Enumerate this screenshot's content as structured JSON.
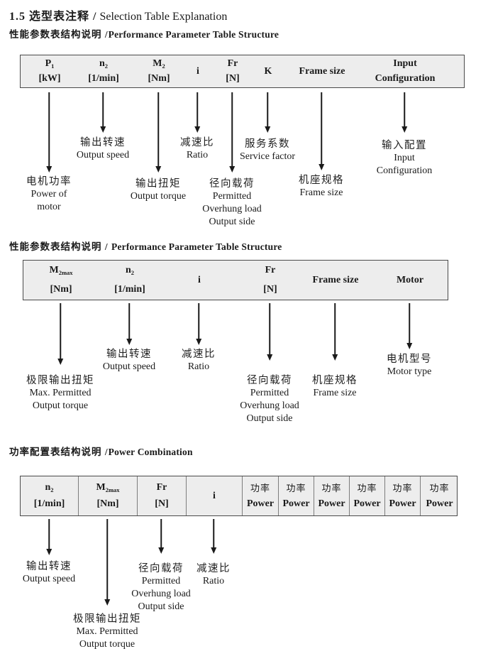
{
  "page_title": {
    "zh": "1.5 选型表注释 /",
    "en": " Selection Table Explanation"
  },
  "colors": {
    "table_bg": "#ededed",
    "table_border": "#4a4a4a",
    "text": "#1a1a1a"
  },
  "sections": [
    {
      "heading": {
        "zh": "性能参数表结构说明 /",
        "en": "Performance Parameter Table Structure"
      },
      "columns": [
        {
          "header": [
            {
              "t": "P",
              "sub": "1"
            },
            {
              "t": "[kW]"
            }
          ],
          "label": [
            "电机功率",
            "Power of",
            "motor"
          ]
        },
        {
          "header": [
            {
              "t": "n",
              "sub": "2"
            },
            {
              "t": "[1/min]"
            }
          ],
          "label": [
            "输出转速",
            "Output speed"
          ]
        },
        {
          "header": [
            {
              "t": "M",
              "sub": "2"
            },
            {
              "t": "[Nm]"
            }
          ],
          "label": [
            "输出扭矩",
            "Output torque"
          ]
        },
        {
          "header": [
            {
              "t": "i"
            }
          ],
          "label": [
            "减速比",
            "Ratio"
          ]
        },
        {
          "header": [
            {
              "t": "Fr"
            },
            {
              "t": "[N]"
            }
          ],
          "label": [
            "径向载荷",
            "Permitted",
            "Overhung load",
            "Output side"
          ]
        },
        {
          "header": [
            {
              "t": "K"
            }
          ],
          "label": [
            "服务系数",
            "Service factor"
          ]
        },
        {
          "header": [
            {
              "t": "Frame size"
            }
          ],
          "label": [
            "机座规格",
            "Frame size"
          ]
        },
        {
          "header": [
            {
              "t": "Input"
            },
            {
              "t": "Configuration"
            }
          ],
          "label": [
            "输入配置",
            "Input",
            "Configuration"
          ]
        }
      ]
    },
    {
      "heading": {
        "zh": "性能参数表结构说明 / ",
        "en": "Performance Parameter Table Structure"
      },
      "columns": [
        {
          "header": [
            {
              "t": "M",
              "sub": "2max"
            },
            {
              "t": "[Nm]"
            }
          ],
          "label": [
            "极限输出扭矩",
            "Max. Permitted",
            "Output torque"
          ]
        },
        {
          "header": [
            {
              "t": "n",
              "sub": "2"
            },
            {
              "t": "[1/min]"
            }
          ],
          "label": [
            "输出转速",
            "Output speed"
          ]
        },
        {
          "header": [
            {
              "t": "i"
            }
          ],
          "label": [
            "减速比",
            "Ratio"
          ]
        },
        {
          "header": [
            {
              "t": "Fr"
            },
            {
              "t": "[N]"
            }
          ],
          "label": [
            "径向载荷",
            "Permitted",
            "Overhung load",
            "Output side"
          ]
        },
        {
          "header": [
            {
              "t": "Frame size"
            }
          ],
          "label": [
            "机座规格",
            "Frame size"
          ]
        },
        {
          "header": [
            {
              "t": "Motor"
            }
          ],
          "label": [
            "电机型号",
            "Motor type"
          ]
        }
      ]
    },
    {
      "heading": {
        "zh": "功率配置表结构说明 /",
        "en": "Power Combination"
      },
      "columns": [
        {
          "header": [
            {
              "t": "n",
              "sub": "2"
            },
            {
              "t": "[1/min]"
            }
          ],
          "label": [
            "输出转速",
            "Output speed"
          ]
        },
        {
          "header": [
            {
              "t": "M",
              "sub": "2max"
            },
            {
              "t": "[Nm]"
            }
          ],
          "label": [
            "极限输出扭矩",
            "Max. Permitted",
            "Output torque"
          ]
        },
        {
          "header": [
            {
              "t": "Fr"
            },
            {
              "t": "[N]"
            }
          ],
          "label": [
            "径向载荷",
            "Permitted",
            "Overhung load",
            "Output side"
          ]
        },
        {
          "header": [
            {
              "t": "i"
            }
          ],
          "label": [
            "减速比",
            "Ratio"
          ]
        },
        {
          "header": [
            {
              "t": "功率"
            },
            {
              "t": "Power"
            }
          ],
          "label": []
        },
        {
          "header": [
            {
              "t": "功率"
            },
            {
              "t": "Power"
            }
          ],
          "label": []
        },
        {
          "header": [
            {
              "t": "功率"
            },
            {
              "t": "Power"
            }
          ],
          "label": []
        },
        {
          "header": [
            {
              "t": "功率"
            },
            {
              "t": "Power"
            }
          ],
          "label": []
        },
        {
          "header": [
            {
              "t": "功率"
            },
            {
              "t": "Power"
            }
          ],
          "label": []
        },
        {
          "header": [
            {
              "t": "功率"
            },
            {
              "t": "Power"
            }
          ],
          "label": []
        }
      ]
    }
  ]
}
